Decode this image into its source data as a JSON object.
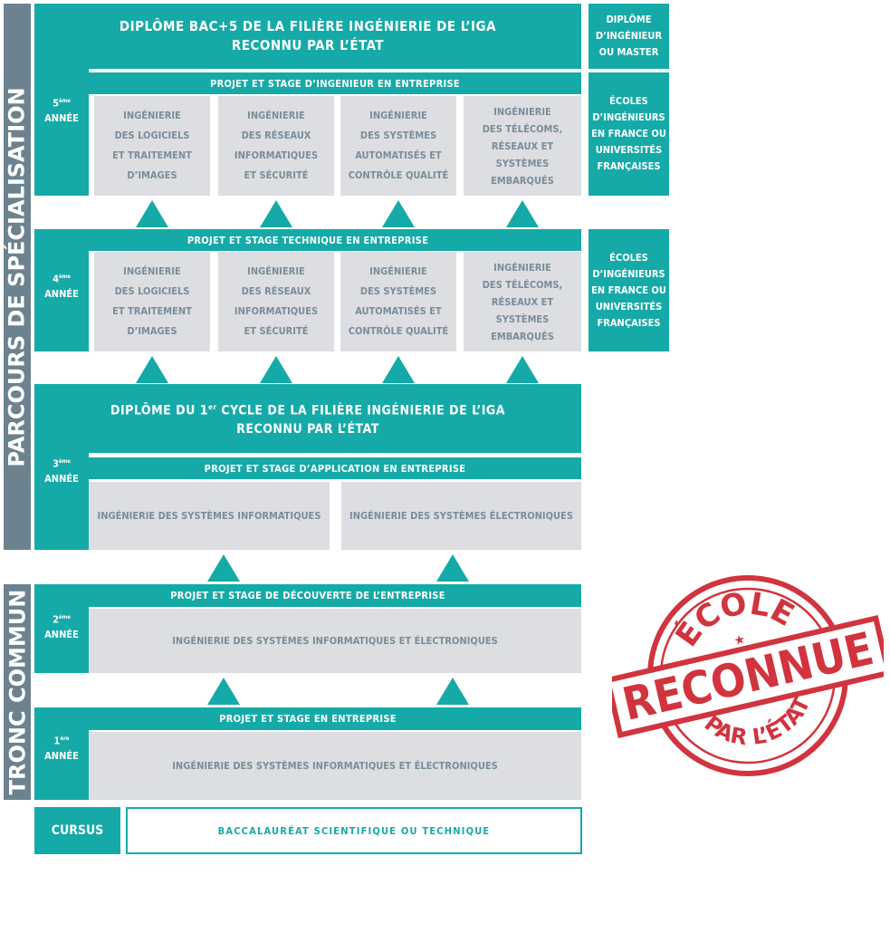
{
  "side_labels": {
    "specialisation": "PARCOURS DE SPÉCIALISATION",
    "tronc_commun": "TRONC COMMUN"
  },
  "year5": {
    "ordinal": "5",
    "sup": "ème",
    "annee": "ANNÉE",
    "diploma_line1": "DIPLÔME BAC+5 DE LA FILIÈRE INGÉNIERIE DE L’IGA",
    "diploma_line2": "RECONNU PAR L’ÉTAT",
    "bar": "PROJET ET STAGE D’INGENIEUR EN ENTREPRISE",
    "cells": [
      [
        "INGÉNIERIE",
        "DES LOGICIELS",
        "ET TRAITEMENT",
        "D’IMAGES"
      ],
      [
        "INGÉNIERIE",
        "DES RÉSEAUX",
        "INFORMATIQUES",
        "ET SÉCURITÉ"
      ],
      [
        "INGÉNIERIE",
        "DES SYSTÈMES",
        "AUTOMATISÉS ET",
        "CONTRÔLE QUALITÉ"
      ],
      [
        "INGÉNIERIE",
        "DES TÉLÉCOMS,",
        "RÉSEAUX ET",
        "SYSTÈMES",
        "EMBARQUÉS"
      ]
    ],
    "right_top": [
      "DIPLÔME",
      "D’INGÉNIEUR",
      "OU MASTER"
    ],
    "right_bottom": [
      "ÉCOLES",
      "D’INGÉNIEURS",
      "EN FRANCE OU",
      "UNIVERSITÉS",
      "FRANÇAISES"
    ]
  },
  "year4": {
    "ordinal": "4",
    "sup": "ème",
    "annee": "ANNÉE",
    "bar": "PROJET ET STAGE TECHNIQUE EN ENTREPRISE",
    "cells": [
      [
        "INGÉNIERIE",
        "DES LOGICIELS",
        "ET TRAITEMENT",
        "D’IMAGES"
      ],
      [
        "INGÉNIERIE",
        "DES RÉSEAUX",
        "INFORMATIQUES",
        "ET SÉCURITÉ"
      ],
      [
        "INGÉNIERIE",
        "DES SYSTÈMES",
        "AUTOMATISÉS ET",
        "CONTRÔLE QUALITÉ"
      ],
      [
        "INGÉNIERIE",
        "DES TÉLÉCOMS,",
        "RÉSEAUX ET",
        "SYSTÈMES",
        "EMBARQUÉS"
      ]
    ],
    "right": [
      "ÉCOLES",
      "D’INGÉNIEURS",
      "EN FRANCE OU",
      "UNIVERSITÉS",
      "FRANÇAISES"
    ]
  },
  "year3": {
    "ordinal": "3",
    "sup": "ème",
    "annee": "ANNÉE",
    "diploma_a": "DIPLÔME DU 1",
    "diploma_sup": "er",
    "diploma_b": " CYCLE DE LA FILIÈRE INGÉNIERIE DE L’IGA",
    "diploma_line2": "RECONNU PAR L’ÉTAT",
    "bar": "PROJET ET STAGE D’APPLICATION EN ENTREPRISE",
    "cells": [
      "INGÉNIERIE DES SYSTÈMES INFORMATIQUES",
      "INGÉNIERIE DES SYSTÈMES ÉLECTRONIQUES"
    ]
  },
  "year2": {
    "ordinal": "2",
    "sup": "ème",
    "annee": "ANNÉE",
    "bar": "PROJET ET STAGE DE DÉCOUVERTE DE L’ENTREPRISE",
    "cell": "INGÉNIERIE DES SYSTÈMES INFORMATIQUES ET ÉLECTRONIQUES"
  },
  "year1": {
    "ordinal": "1",
    "sup": "ère",
    "annee": "ANNÉE",
    "bar": "PROJET ET STAGE EN ENTREPRISE",
    "cell": "INGÉNIERIE DES SYSTÈMES INFORMATIQUES ET ÉLECTRONIQUES"
  },
  "cursus": {
    "label": "CURSUS",
    "value": "BACCALAURÉAT SCIENTIFIQUE OU TECHNIQUE"
  },
  "stamp": {
    "top": "ÉCOLE",
    "middle": "RECONNUE",
    "bottom": "PAR L’ÉTAT"
  },
  "colors": {
    "teal": "#15aaa7",
    "slate": "#6c828f",
    "grey": "#dcdee1",
    "grey_text": "#7a8c99",
    "stamp_red": "#d1343f"
  }
}
